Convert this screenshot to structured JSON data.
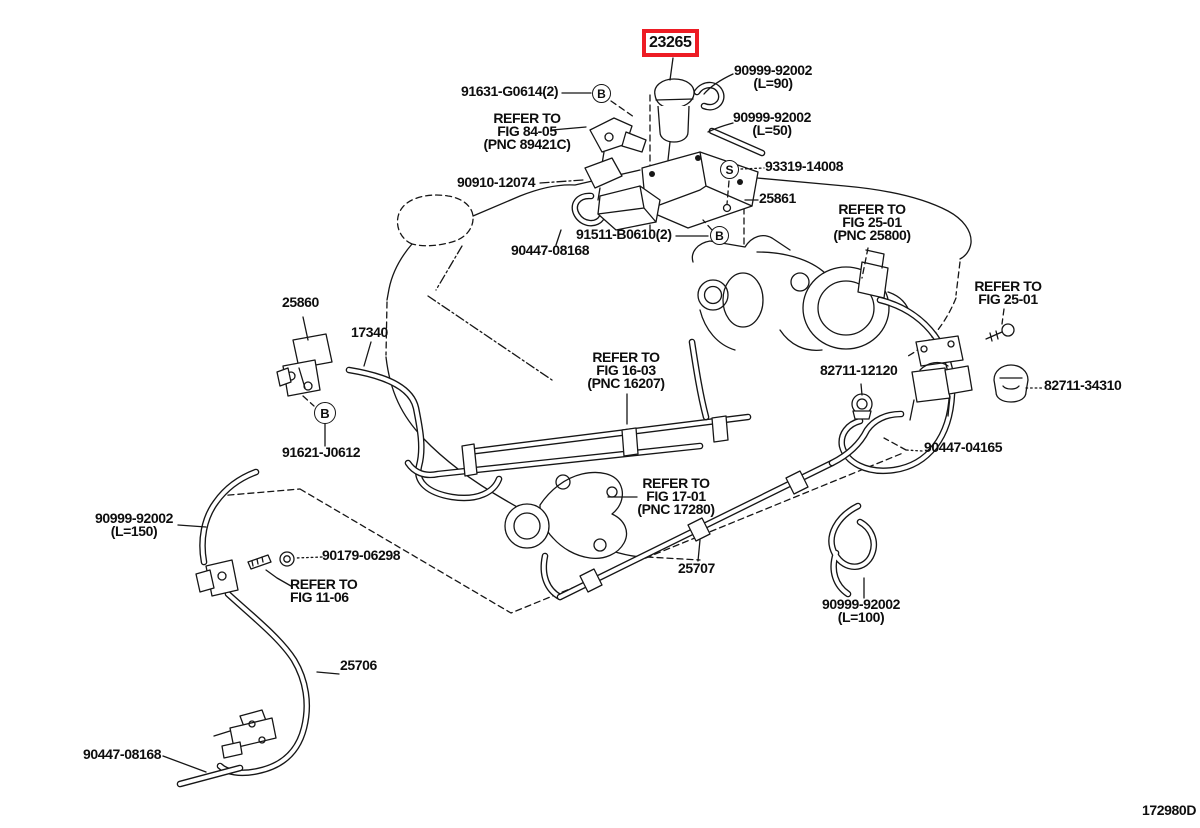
{
  "diagram": {
    "figure_code": "172980D",
    "highlight_color": "#ed1c24",
    "highlighted_part": "23265",
    "callouts": {
      "b": "B",
      "s": "S"
    },
    "labels": {
      "part_23265": "23265",
      "bolt_91631": "91631-G0614(2)",
      "refer_fig_84_05": "REFER TO\nFIG 84-05\n(PNC 89421C)",
      "hose_90999_l90": "90999-92002\n(L=90)",
      "hose_90999_l50": "90999-92002\n(L=50)",
      "clip_93319": "93319-14008",
      "bracket_25861": "25861",
      "valve_90910": "90910-12074",
      "bolt_91511": "91511-B0610(2)",
      "hose_90447_upper": "90447-08168",
      "refer_fig_25_01_pnc": "REFER TO\nFIG 25-01\n(PNC 25800)",
      "refer_fig_25_01": "REFER TO\nFIG 25-01",
      "clamp_82711_34310": "82711-34310",
      "clamp_82711_12120": "82711-12120",
      "hose_90447_04165": "90447-04165",
      "valve_25860": "25860",
      "hose_17340": "17340",
      "bolt_91621": "91621-J0612",
      "hose_90999_l150": "90999-92002\n(L=150)",
      "screw_90179": "90179-06298",
      "refer_fig_11_06": "REFER TO\nFIG 11-06",
      "refer_fig_16_03": "REFER TO\nFIG 16-03\n(PNC 16207)",
      "refer_fig_17_01": "REFER TO\nFIG 17-01\n(PNC 17280)",
      "pipe_25707": "25707",
      "hose_90999_l100": "90999-92002\n(L=100)",
      "pipe_25706": "25706",
      "hose_90447_lower": "90447-08168"
    }
  }
}
